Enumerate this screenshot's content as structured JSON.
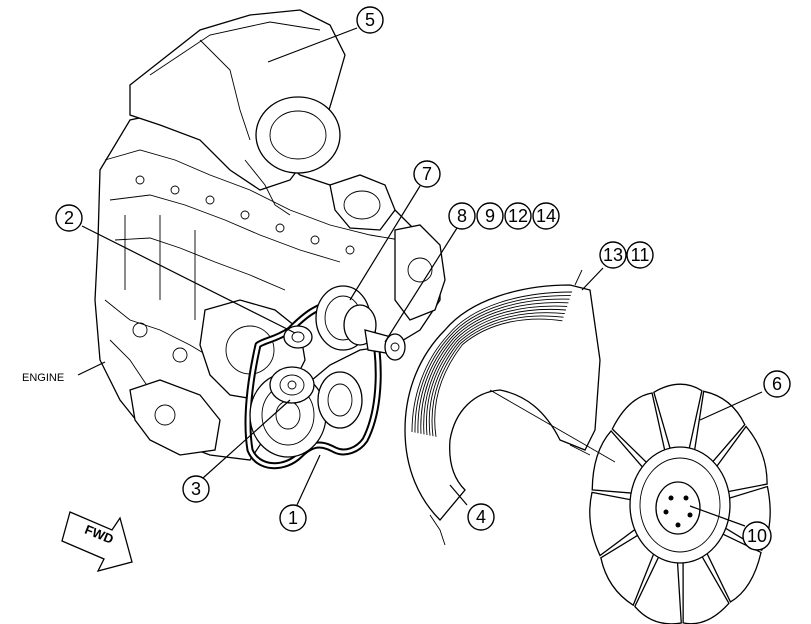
{
  "engine_label": "ENGINE",
  "direction_label": "FWD",
  "callouts": {
    "c1": "1",
    "c2": "2",
    "c3": "3",
    "c4": "4",
    "c5": "5",
    "c6": "6",
    "c7": "7",
    "c8": "8",
    "c9": "9",
    "c10": "10",
    "c11": "11",
    "c12": "12",
    "c13": "13",
    "c14": "14"
  }
}
